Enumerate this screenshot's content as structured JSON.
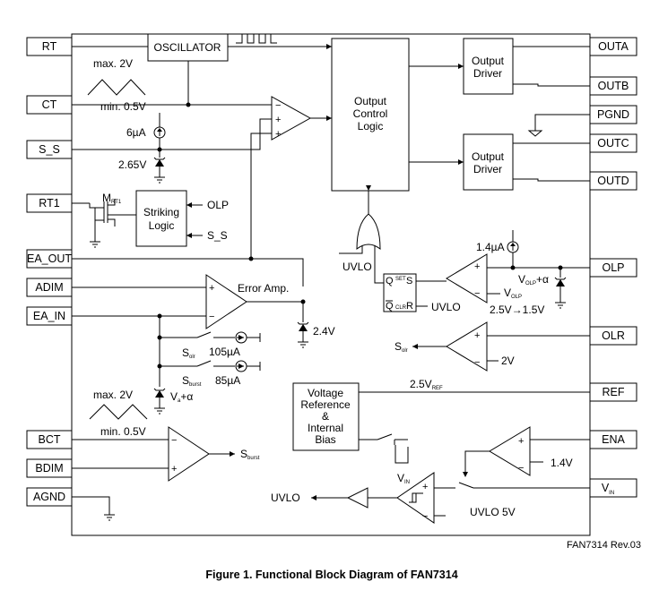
{
  "pins_left": {
    "rt": "RT",
    "ct": "CT",
    "s_s": "S_S",
    "rt1": "RT1",
    "ea_out": "EA_OUT",
    "adim": "ADIM",
    "ea_in": "EA_IN",
    "bct": "BCT",
    "bdim": "BDIM",
    "agnd": "AGND"
  },
  "pins_right": {
    "outa": "OUTA",
    "outb": "OUTB",
    "pgnd": "PGND",
    "outc": "OUTC",
    "outd": "OUTD",
    "olp": "OLP",
    "olr": "OLR",
    "ref": "REF",
    "ena": "ENA",
    "vin_main": "V",
    "vin_sub": "IN"
  },
  "blocks": {
    "oscillator": "OSCILLATOR",
    "output_control_1": "Output",
    "output_control_2": "Control",
    "output_control_3": "Logic",
    "driver_ab_1": "Output",
    "driver_ab_2": "Driver",
    "driver_cd_1": "Output",
    "driver_cd_2": "Driver",
    "striking_1": "Striking",
    "striking_2": "Logic",
    "vref_1": "Voltage",
    "vref_2": "Reference",
    "vref_3": "&",
    "vref_4": "Internal",
    "vref_5": "Bias",
    "error_amp": "Error Amp."
  },
  "labels": {
    "osc_max": "max. 2V",
    "osc_min": "min. 0.5V",
    "ss_current": "6µA",
    "ss_zener": "2.65V",
    "mosfet_main": "M",
    "mosfet_sub": "RT1",
    "striking_olp": "OLP",
    "striking_ss": "S_S",
    "uvlo_or": "UVLO",
    "olp_current": "1.4µA",
    "olp_vref_main": "V",
    "olp_vref_sub": "OLP",
    "olp_vref_tail": "+α",
    "olp_comp_ref_main": "V",
    "olp_comp_ref_sub": "OLP",
    "olp_range": "2.5V→1.5V",
    "latch_q": "Q",
    "latch_qb": "Q",
    "latch_s": "S",
    "latch_r": "R",
    "latch_set": "SET",
    "latch_clr": "CLR",
    "latch_uvlo": "UVLO",
    "ea_zener": "2.4V",
    "solr_main": "S",
    "solr_sub": "olr",
    "solr_current": "105µA",
    "sburst_main": "S",
    "sburst_sub": "burst",
    "sburst_current": "85µA",
    "va_main": "V",
    "va_sub": "a",
    "va_tail": "+α",
    "olr_s_main": "S",
    "olr_s_sub": "olr",
    "olr_ref": "2V",
    "bct_max": "max. 2V",
    "bct_min": "min. 0.5V",
    "burst_out_main": "S",
    "burst_out_sub": "burst",
    "ref_main": "2.5V",
    "ref_sub": "REF",
    "ena_ref": "1.4V",
    "uvlo_out": "UVLO",
    "vin_hyst_main": "V",
    "vin_hyst_sub": "IN",
    "uvlo_level": "UVLO 5V",
    "revision": "FAN7314 Rev.03",
    "caption": "Figure 1. Functional Block Diagram of FAN7314"
  }
}
